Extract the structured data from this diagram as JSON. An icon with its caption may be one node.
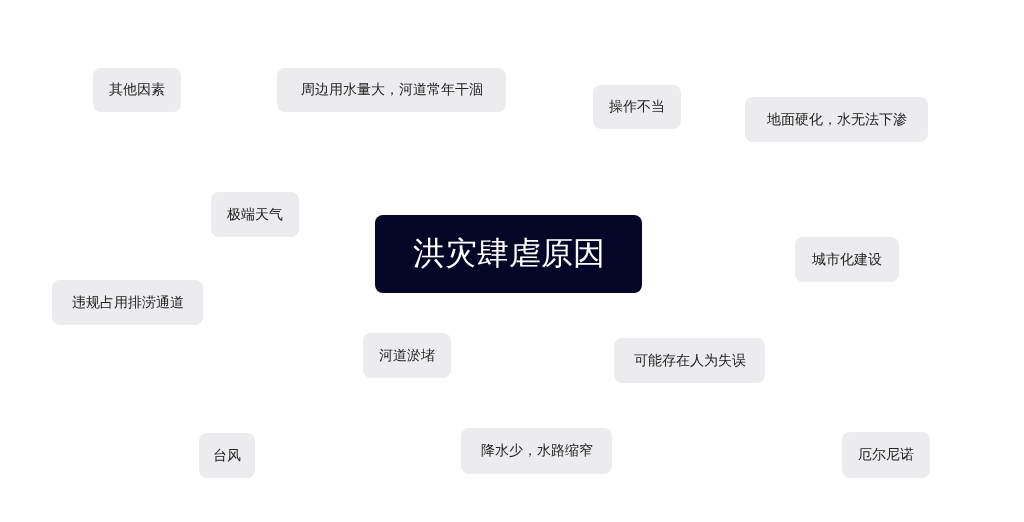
{
  "diagram": {
    "nodes": [
      {
        "text": [
          "洪灾肆虐原因"
        ]
      },
      {
        "text": [
          "其他因素"
        ]
      },
      {
        "text": [
          "周边用水量大，河道常年干涸"
        ]
      },
      {
        "text": [
          "操作不当"
        ]
      },
      {
        "text": [
          "地面硬化，水无法下渗"
        ]
      },
      {
        "text": [
          "极端天气"
        ]
      },
      {
        "text": [
          "城市化建设"
        ]
      },
      {
        "text": [
          "违规占用排涝通道"
        ]
      },
      {
        "text": [
          "河道淤堵"
        ]
      },
      {
        "text": [
          "可能存在人为失误"
        ]
      },
      {
        "text": [
          "台风"
        ]
      },
      {
        "text": [
          "降水少，水路缩窄"
        ]
      },
      {
        "text": [
          "厄尔尼诺"
        ]
      }
    ]
  }
}
